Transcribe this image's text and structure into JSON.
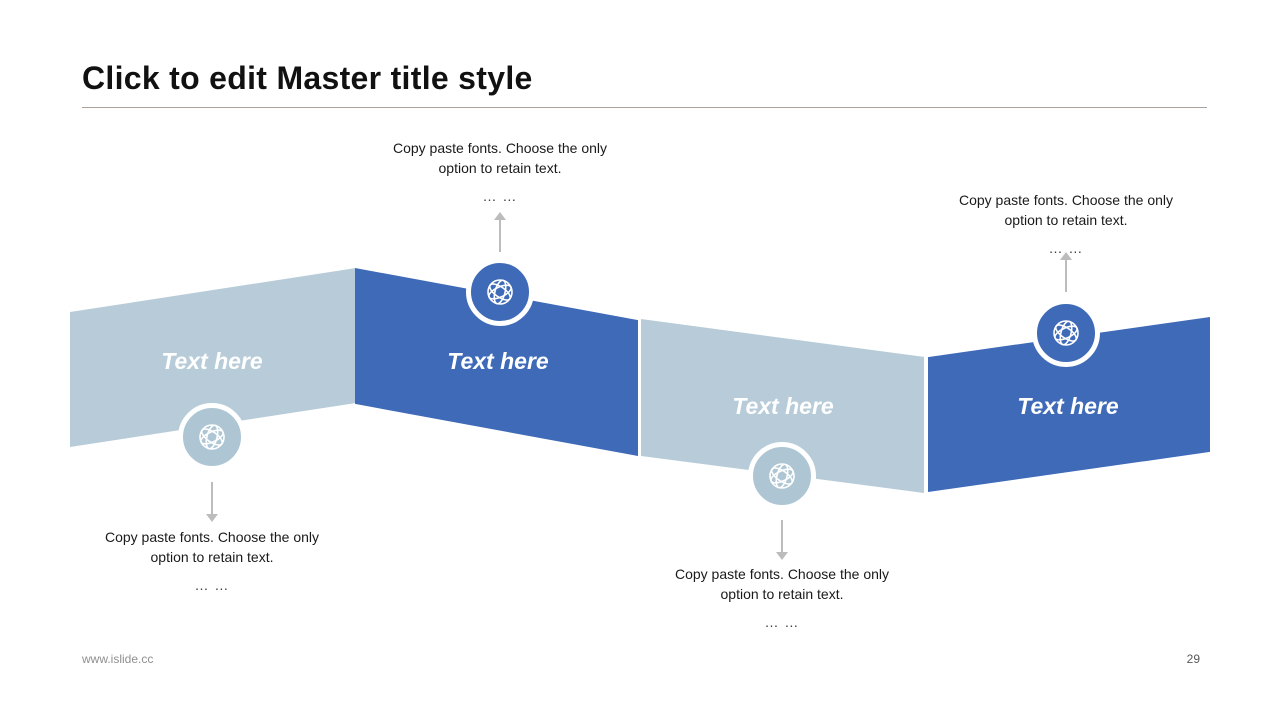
{
  "slide": {
    "title": "Click to edit Master title style",
    "footer": {
      "website": "www.islide.cc",
      "page_number": "29"
    }
  },
  "segments": [
    {
      "label": "Text here",
      "tone": "light"
    },
    {
      "label": "Text here",
      "tone": "dark"
    },
    {
      "label": "Text here",
      "tone": "light"
    },
    {
      "label": "Text here",
      "tone": "dark"
    }
  ],
  "callouts": [
    {
      "body": "Copy paste fonts. Choose the only option to retain text.",
      "ellipsis": "… …",
      "attached_to": "segment-1",
      "position": "below"
    },
    {
      "body": "Copy paste fonts. Choose the only option to retain text.",
      "ellipsis": "… …",
      "attached_to": "segment-2",
      "position": "above"
    },
    {
      "body": "Copy paste fonts. Choose the only option to retain text.",
      "ellipsis": "… …",
      "attached_to": "segment-3",
      "position": "below"
    },
    {
      "body": "Copy paste fonts. Choose the only option to retain text.",
      "ellipsis": "… …",
      "attached_to": "segment-4",
      "position": "above"
    }
  ],
  "icons": {
    "badge_icon": "network-globe-icon"
  },
  "colors": {
    "light_segment": "#b7ccd8",
    "dark_segment": "#3e6ab8",
    "badge_ring": "#ffffff",
    "arrow_gray": "#bcbcbc",
    "title_text": "#111111",
    "body_text": "#1a1a1a",
    "footer_text": "#8f8f8f"
  }
}
